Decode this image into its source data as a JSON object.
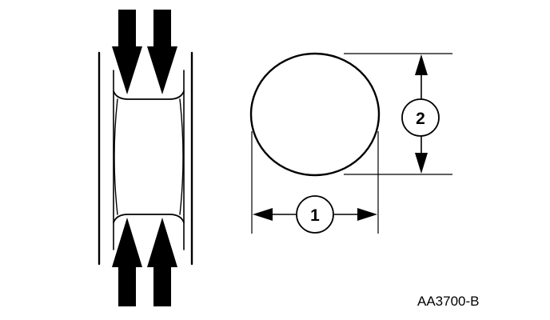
{
  "figure": {
    "reference_code": "AA3700-B",
    "callouts": [
      {
        "id": "1",
        "label": "1"
      },
      {
        "id": "2",
        "label": "2"
      }
    ]
  },
  "colors": {
    "line": "#000000",
    "background": "#ffffff"
  }
}
